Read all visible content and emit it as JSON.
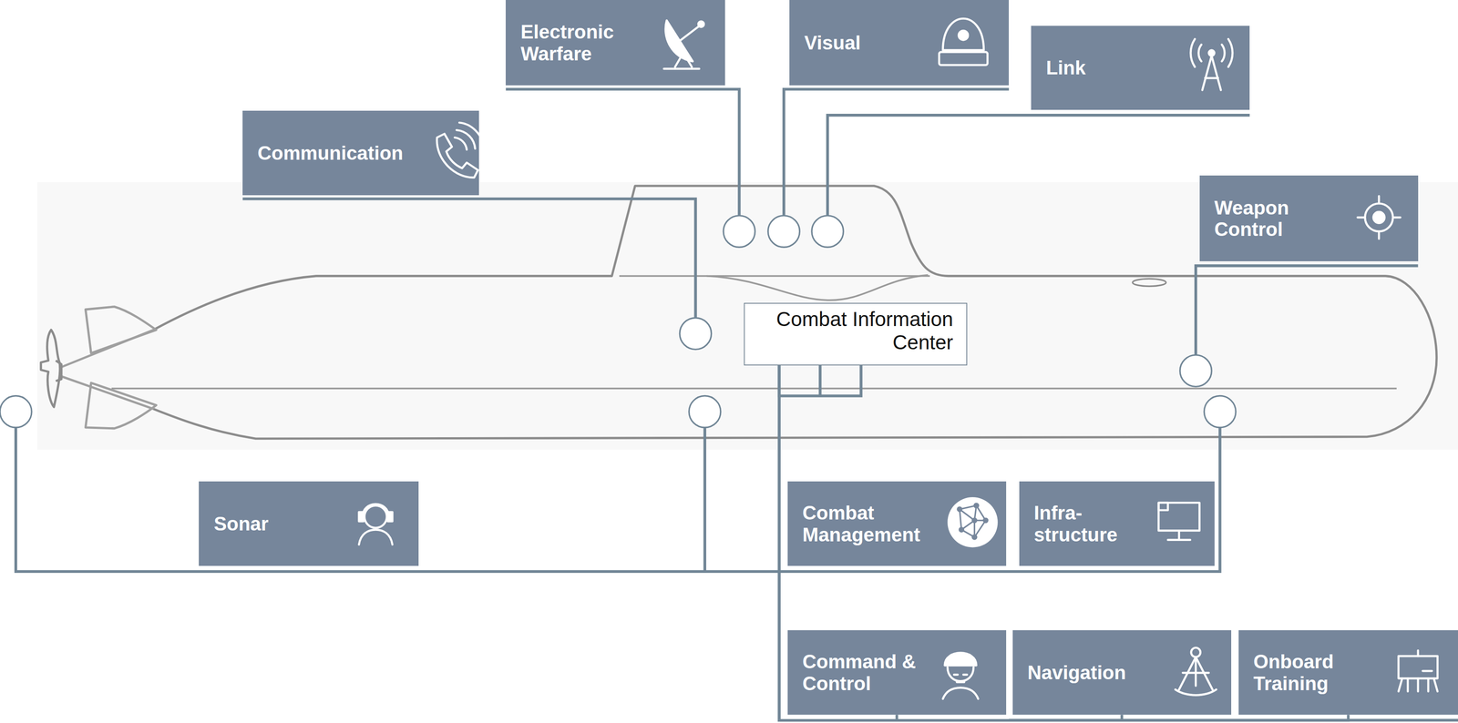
{
  "diagram": {
    "nodes": [
      {
        "text": [
          "Electronic Warfare"
        ]
      },
      {
        "text": [
          "Visual"
        ]
      },
      {
        "text": [
          "Link"
        ]
      },
      {
        "text": [
          "Communication"
        ]
      },
      {
        "text": [
          "Weapon Control"
        ]
      },
      {
        "text": [
          "Combat Information Center"
        ]
      },
      {
        "text": [
          "Sonar"
        ]
      },
      {
        "text": [
          "Combat Management"
        ]
      },
      {
        "text": [
          "Infra- structure"
        ]
      },
      {
        "text": [
          "Command & Control"
        ]
      },
      {
        "text": [
          "Navigation"
        ]
      },
      {
        "text": [
          "Onboard Training"
        ]
      }
    ],
    "edges": [
      {
        "from": 5,
        "to": 9,
        "arrow": "none"
      },
      {
        "from": 5,
        "to": 10,
        "arrow": "none"
      },
      {
        "from": 5,
        "to": 11,
        "arrow": "none"
      }
    ]
  }
}
